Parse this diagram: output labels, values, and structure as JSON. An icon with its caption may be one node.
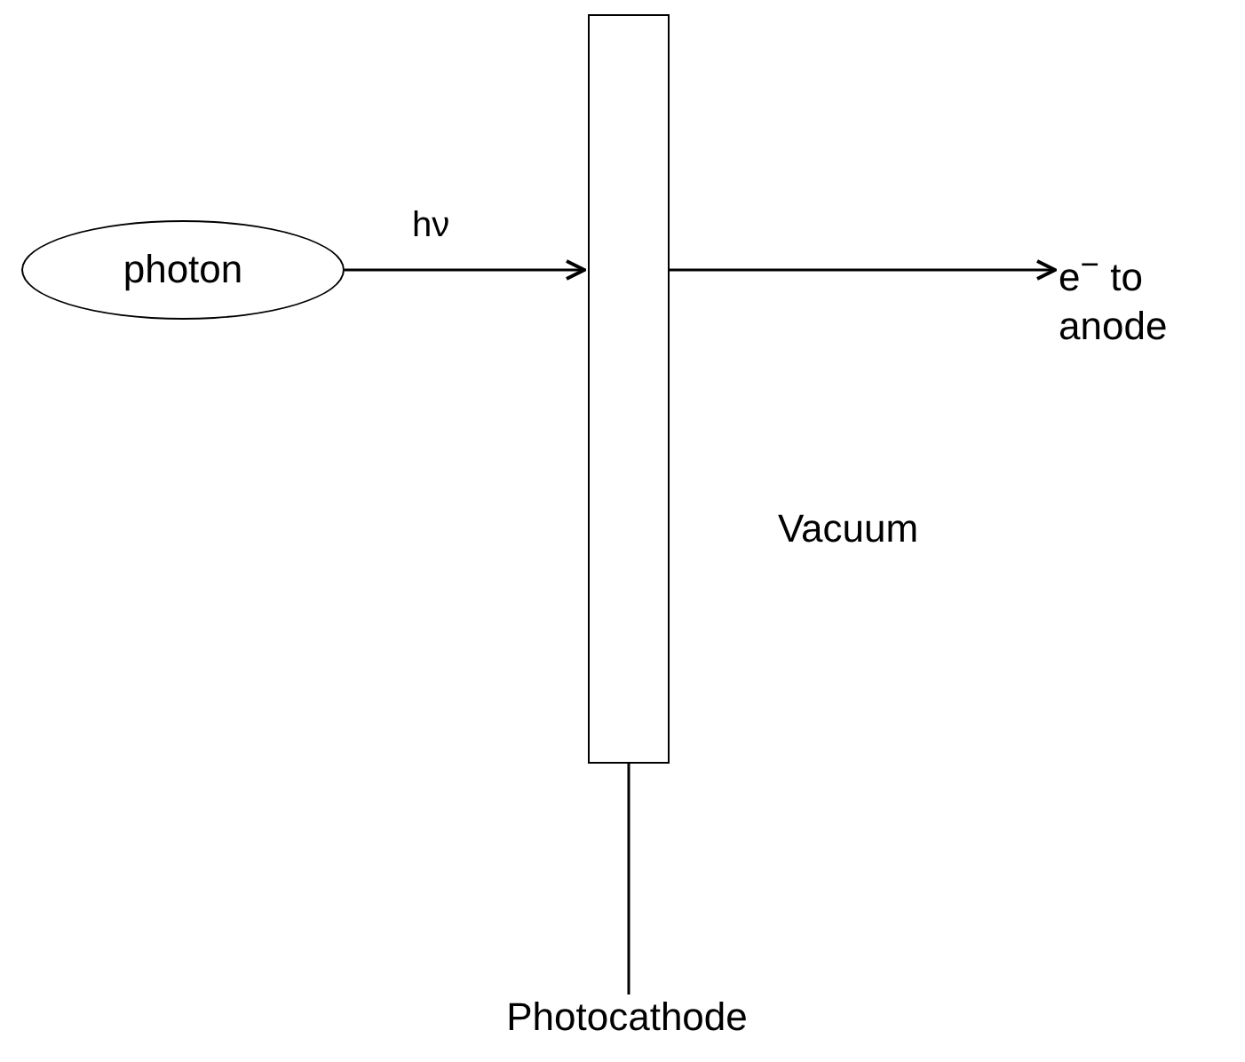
{
  "diagram": {
    "nodes": [
      {
        "text": [
          "photon"
        ]
      },
      {
        "text": [],
        "shape": "bar"
      },
      {
        "text": [
          "e$^{−}$ to anode"
        ]
      },
      {
        "text": [
          "Photocathode"
        ]
      }
    ],
    "edges": [
      {
        "from": 0,
        "to": 1,
        "arrow": "to",
        "label": "hν"
      },
      {
        "from": 1,
        "to": 2,
        "arrow": "to"
      },
      {
        "from": 3,
        "to": 1,
        "arrow": "none"
      }
    ],
    "labels": [
      "Vacuum"
    ]
  }
}
